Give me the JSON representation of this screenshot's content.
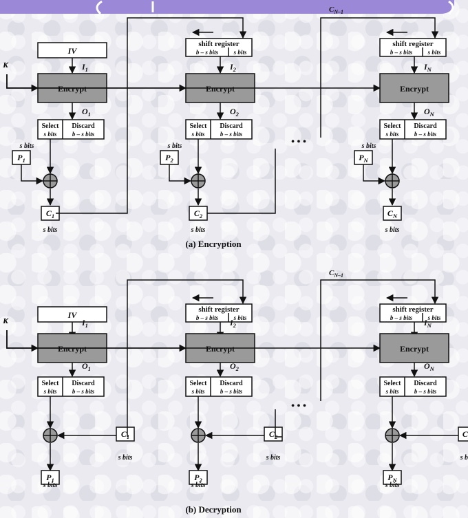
{
  "labels": {
    "iv": "IV",
    "k": "K",
    "encrypt": "Encrypt",
    "shift_register": "shift register",
    "sr_left": "b – s bits",
    "sr_right": "s bits",
    "select": "Select",
    "select_sub": "s bits",
    "discard": "Discard",
    "discard_sub": "b – s bits",
    "s_bits": "s bits",
    "dots": "• • •",
    "c_n_minus_1": "C",
    "c_n_minus_1_sub": "N–1"
  },
  "columns": [
    {
      "i": "I",
      "i_sub": "1",
      "o": "O",
      "o_sub": "1",
      "p": "P",
      "p_sub": "1",
      "c": "C",
      "c_sub": "1"
    },
    {
      "i": "I",
      "i_sub": "2",
      "o": "O",
      "o_sub": "2",
      "p": "P",
      "p_sub": "2",
      "c": "C",
      "c_sub": "2"
    },
    {
      "i": "I",
      "i_sub": "N",
      "o": "O",
      "o_sub": "N",
      "p": "P",
      "p_sub": "N",
      "c": "C",
      "c_sub": "N"
    }
  ],
  "captions": {
    "encryption": "(a) Encryption",
    "decryption": "(b) Decryption"
  },
  "colors": {
    "banner": "#9b88d6",
    "encrypt_box": "#9a9a9a"
  }
}
